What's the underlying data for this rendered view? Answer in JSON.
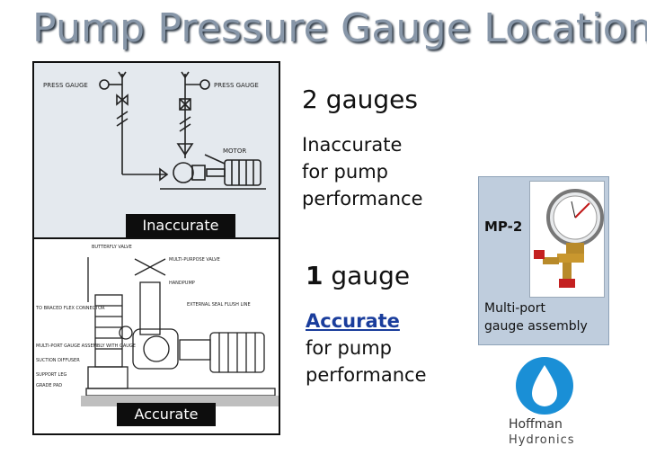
{
  "title": "Pump Pressure Gauge Location",
  "diagram_top": {
    "gauge_left_label": "PRESS GAUGE",
    "gauge_right_label": "PRESS GAUGE",
    "motor_label": "MOTOR",
    "tag": "Inaccurate"
  },
  "diagram_bottom": {
    "callouts": [
      "BUTTERFLY VALVE",
      "MULTI-PURPOSE VALVE",
      "HANDPUMP",
      "EXTERNAL SEAL FLUSH LINE",
      "TO BRACED FLEX CONNECTOR",
      "MULTI-PORT GAUGE ASSEMBLY WITH GAUGE",
      "SUCTION DIFFUSER",
      "SUPPORT LEG",
      "GRADE PAD"
    ],
    "tag": "Accurate"
  },
  "two_gauges": {
    "count": "2 gauges",
    "line1": "Inaccurate",
    "line2": "for pump",
    "line3": "performance"
  },
  "one_gauge": {
    "number": "1",
    "word": " gauge",
    "accurate": "Accurate",
    "line2": "for pump",
    "line3": "performance"
  },
  "product_card": {
    "model": "MP-2",
    "caption_line1": "Multi-port",
    "caption_line2": "gauge assembly"
  },
  "brand": {
    "name": "Hoffman",
    "sub": "Hydronics",
    "color": "#1a8fd6"
  }
}
